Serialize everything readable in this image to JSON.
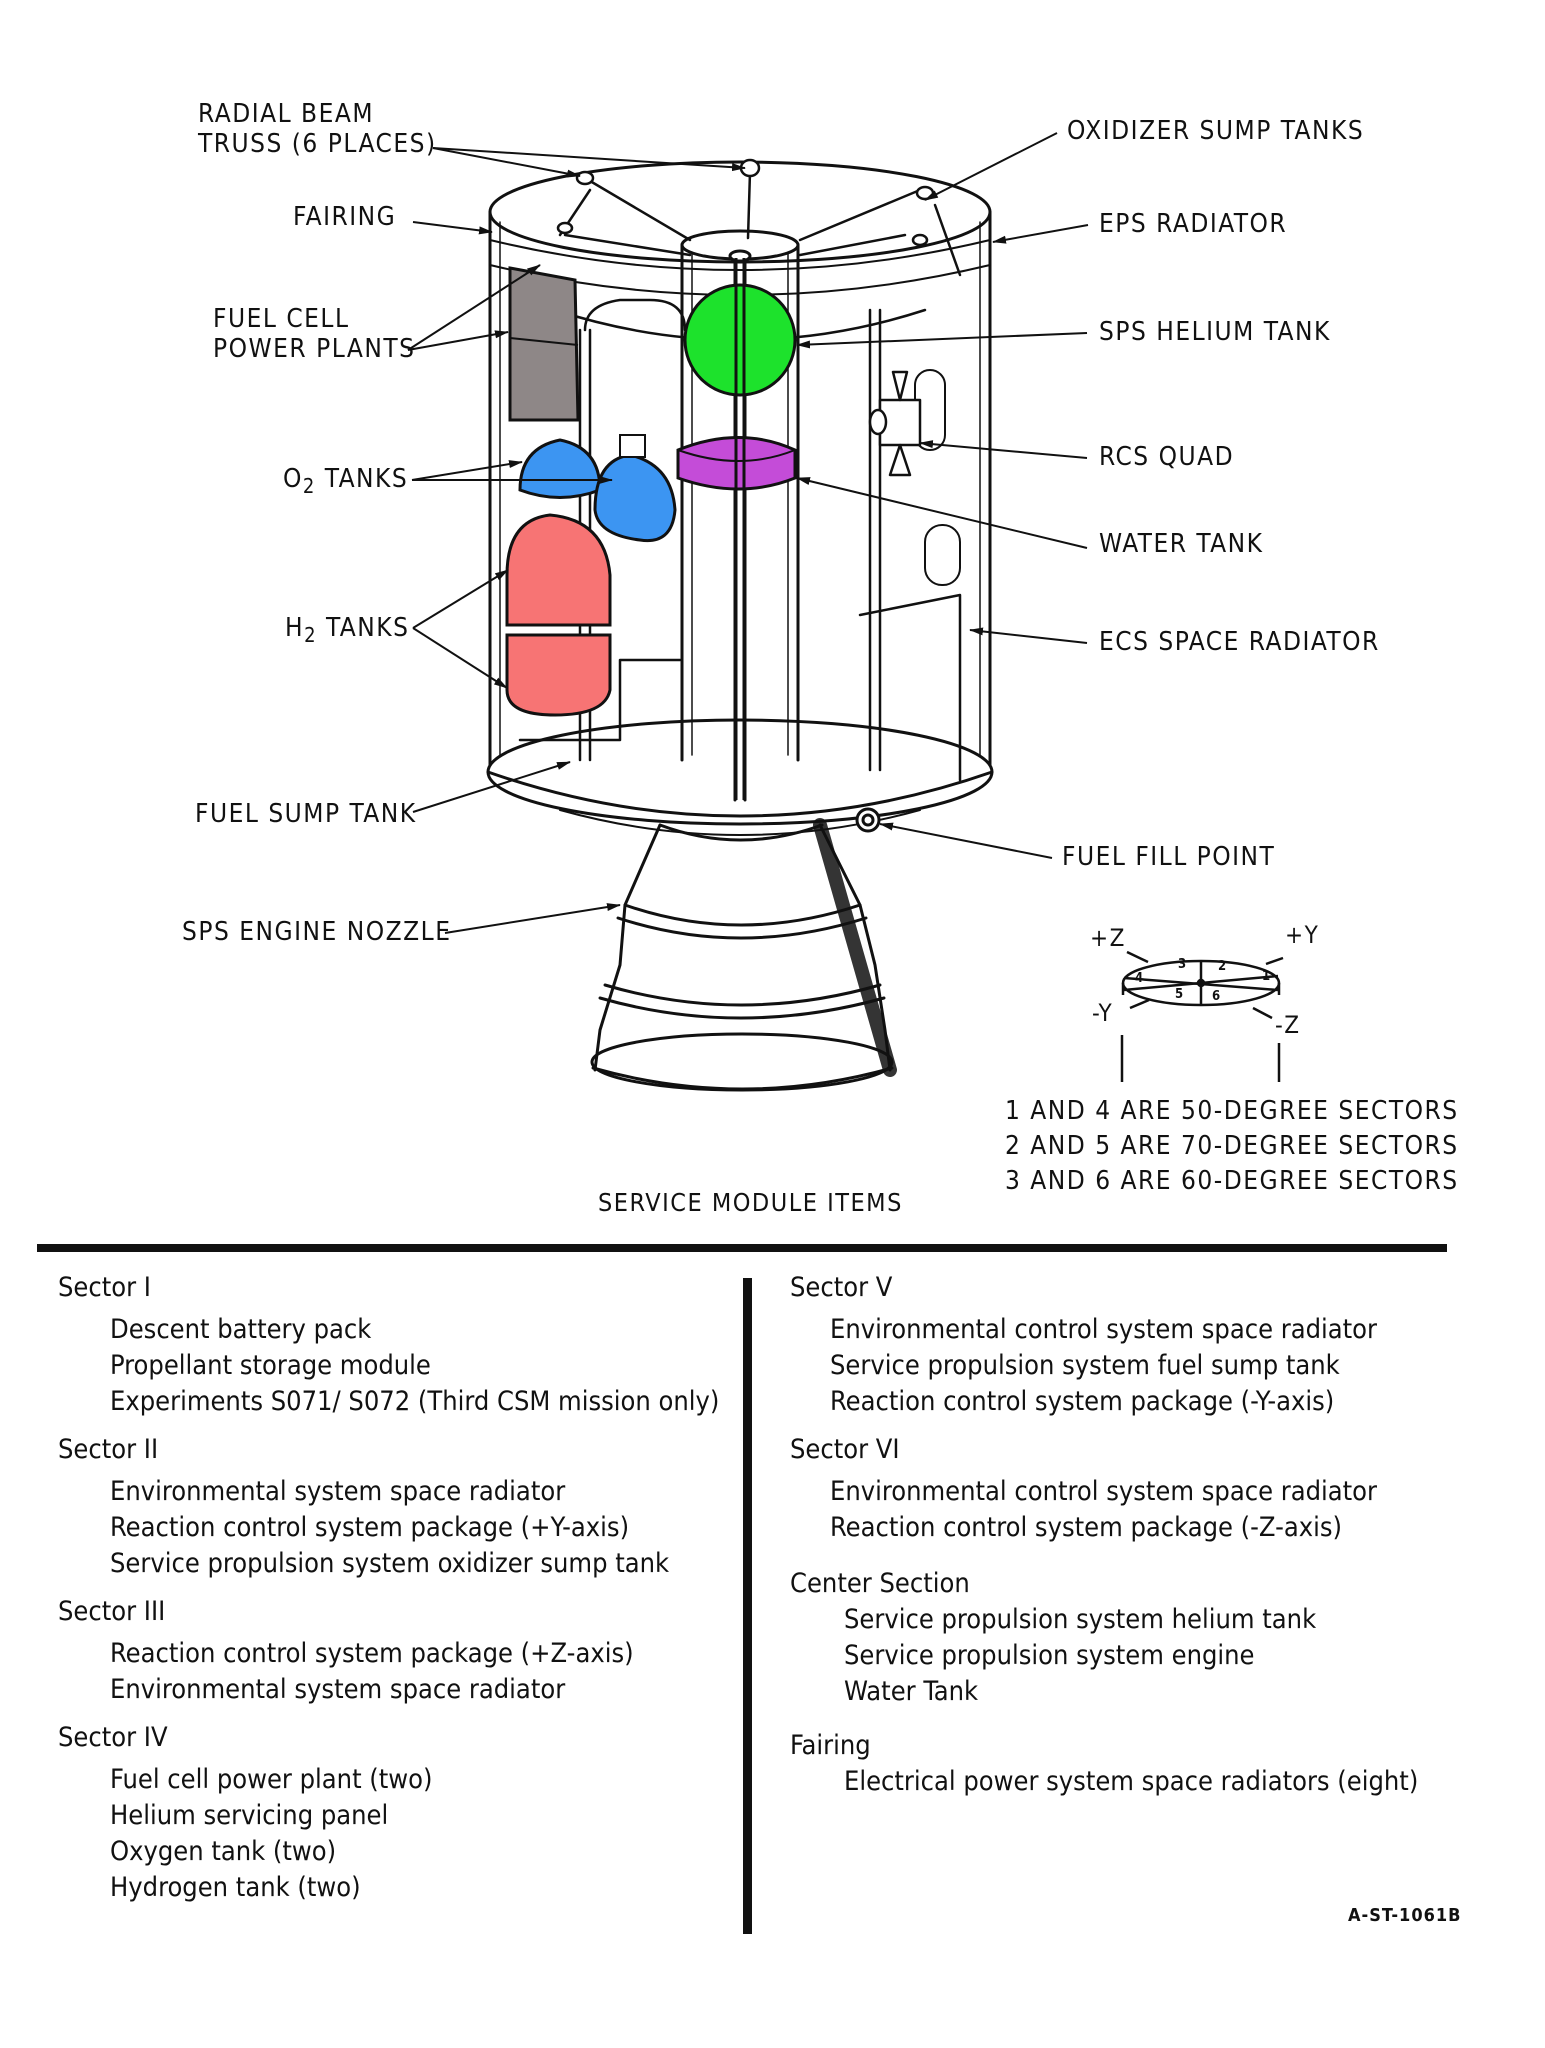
{
  "figure": {
    "caption": "SERVICE MODULE ITEMS",
    "document_id": "A-ST-1061B",
    "colors": {
      "sps_helium_tank": "#1de22c",
      "water_tank": "#c44cd8",
      "o2_tanks": "#3c95f2",
      "h2_tanks": "#f77474",
      "fuel_cells": "#8e8787",
      "line": "#111111"
    },
    "callouts": {
      "radial_beam_truss_line1": "RADIAL BEAM",
      "radial_beam_truss_line2": "TRUSS (6 PLACES)",
      "fairing": "FAIRING",
      "fuel_cell_line1": "FUEL CELL",
      "fuel_cell_line2": "POWER PLANTS",
      "o2_prefix": "O",
      "o2_sub": "2",
      "o2_suffix": " TANKS",
      "h2_prefix": "H",
      "h2_sub": "2",
      "h2_suffix": " TANKS",
      "fuel_sump_tank": "FUEL SUMP TANK",
      "sps_engine_nozzle": "SPS ENGINE NOZZLE",
      "oxidizer_sump_tanks": "OXIDIZER SUMP TANKS",
      "eps_radiator": "EPS RADIATOR",
      "sps_helium_tank": "SPS HELIUM TANK",
      "rcs_quad": "RCS QUAD",
      "water_tank": "WATER TANK",
      "ecs_space_radiator": "ECS SPACE RADIATOR",
      "fuel_fill_point": "FUEL FILL POINT"
    },
    "sector_key": {
      "axes": {
        "plus_z": "+Z",
        "plus_y": "+Y",
        "minus_y": "-Y",
        "minus_z": "-Z"
      },
      "sector_numbers": [
        "1",
        "2",
        "3",
        "4",
        "5",
        "6"
      ],
      "notes": [
        "1 AND 4 ARE 50-DEGREE SECTORS",
        "2 AND 5 ARE 70-DEGREE SECTORS",
        "3 AND 6 ARE 60-DEGREE SECTORS"
      ]
    }
  },
  "items": {
    "left_column": [
      {
        "title": "Sector I",
        "items": [
          "Descent battery pack",
          "Propellant storage module",
          "Experiments S071/ S072 (Third CSM mission only)"
        ]
      },
      {
        "title": "Sector II",
        "items": [
          "Environmental system space radiator",
          "Reaction control system package (+Y-axis)",
          "Service propulsion system oxidizer sump tank"
        ]
      },
      {
        "title": "Sector III",
        "items": [
          "Reaction control system package (+Z-axis)",
          "Environmental system space radiator"
        ]
      },
      {
        "title": "Sector IV",
        "items": [
          "Fuel cell power plant (two)",
          "Helium servicing panel",
          "Oxygen tank (two)",
          "Hydrogen tank (two)"
        ]
      }
    ],
    "right_column": [
      {
        "title": "Sector V",
        "items": [
          "Environmental control system space radiator",
          "Service propulsion system fuel sump tank",
          "Reaction control system package (-Y-axis)"
        ]
      },
      {
        "title": "Sector VI",
        "items": [
          "Environmental control system space radiator",
          "Reaction control system package (-Z-axis)"
        ]
      },
      {
        "title": "Center Section",
        "items": [
          "Service propulsion system helium tank",
          "Service propulsion system engine",
          "Water Tank"
        ]
      },
      {
        "title": "Fairing",
        "items": [
          "Electrical power system space radiators (eight)"
        ]
      }
    ]
  }
}
